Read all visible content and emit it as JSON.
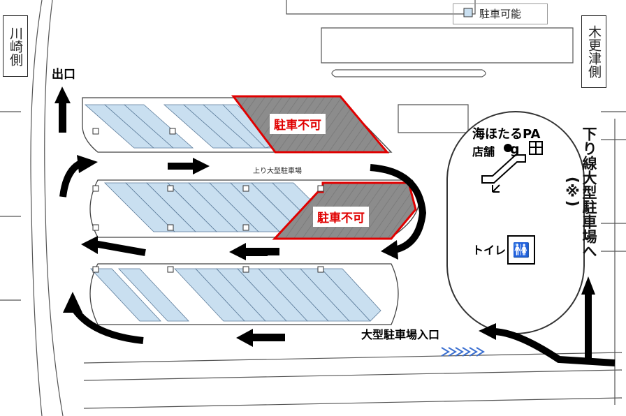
{
  "legend": {
    "swatch_color": "#c9dff0",
    "label": "駐車可能"
  },
  "side_labels": {
    "left": "川崎側",
    "right": "木更津側"
  },
  "exit_label": "出口",
  "lot_name": "上り大型駐車場",
  "no_parking": [
    "駐車不可",
    "駐車不可"
  ],
  "facility": {
    "title": "海ほたるPA",
    "shops": "店舗",
    "toilet": "トイレ",
    "icons": [
      "fork-knife-icon",
      "gift-icon",
      "escalator-icon",
      "toilet-icon"
    ]
  },
  "entrance_label": "大型駐車場入口",
  "downbound_label": "下り線大型駐車場へ(※)",
  "colors": {
    "parking": "#c9dff0",
    "restricted": "#8c8c8c",
    "restricted_border": "#e00000",
    "arrow": "#000000"
  }
}
